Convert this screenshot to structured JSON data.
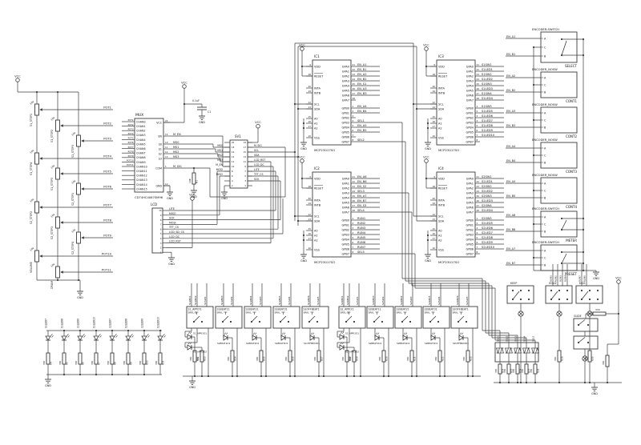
{
  "labels": {
    "vcc": "VCC",
    "gnd": "GND"
  },
  "pot_section": {
    "value": "10k",
    "pots": [
      {
        "name": "S1_STEP1",
        "net": "POT1"
      },
      {
        "name": "S1_STEP2",
        "net": "POT2"
      },
      {
        "name": "S1_STEP3",
        "net": "POT3"
      },
      {
        "name": "S1_STEP4",
        "net": "POT4"
      },
      {
        "name": "S1_STEP5",
        "net": "POT5"
      },
      {
        "name": "S2_STEP1",
        "net": "POT6"
      },
      {
        "name": "S2_STEP2",
        "net": "POT7"
      },
      {
        "name": "S2_STEP3",
        "net": "POT8"
      },
      {
        "name": "S2_STEP4",
        "net": "POT9"
      },
      {
        "name": "VOLUME",
        "net": "POT10"
      },
      {
        "name": "DRUM",
        "net": "POT11"
      }
    ]
  },
  "mux": {
    "name": "MUX",
    "part": "CD74HC4067SM96",
    "chans": [
      "CHAN0",
      "CHAN1",
      "CHAN2",
      "CHAN3",
      "CHAN4",
      "CHAN5",
      "CHAN6",
      "CHAN7",
      "CHAN8",
      "CHAN9",
      "CHAN10",
      "CHAN11",
      "CHAN12",
      "CHAN13",
      "CHAN14",
      "CHAN15"
    ],
    "right": [
      {
        "num": "24",
        "pin": "VCC",
        "net": ""
      },
      {
        "num": "15",
        "pin": "EN",
        "net": "M_EN"
      },
      {
        "num": "10",
        "pin": "S0",
        "net": "MS0"
      },
      {
        "num": "11",
        "pin": "S1",
        "net": "MS1"
      },
      {
        "num": "14",
        "pin": "S2",
        "net": "MS2"
      },
      {
        "num": "13",
        "pin": "S3",
        "net": "MS3"
      },
      {
        "num": "1",
        "pin": "COM",
        "net": "M_SIG"
      },
      {
        "num": "12",
        "pin": "GND",
        "net": ""
      }
    ],
    "cap": {
      "ref": "C1",
      "value": "0.1uF"
    },
    "res": {
      "ref": "R1",
      "value": "10K"
    }
  },
  "lcd": {
    "name": "LCD",
    "pins": [
      {
        "num": "10",
        "net": "LITE"
      },
      {
        "num": "9",
        "net": "MISO"
      },
      {
        "num": "8",
        "net": "SCK"
      },
      {
        "num": "7",
        "net": "MOSI"
      },
      {
        "num": "6",
        "net": "TFT_CS"
      },
      {
        "num": "5",
        "net": "LCD_SD_CS"
      },
      {
        "num": "4",
        "net": "LCD_DC"
      },
      {
        "num": "3",
        "net": "LCD_RST"
      },
      {
        "num": "2",
        "net": ""
      },
      {
        "num": "1",
        "net": ""
      }
    ]
  },
  "sv1": {
    "name": "SV1",
    "rows": [
      {
        "ln": "20",
        "lnet": "",
        "rn": "19",
        "rnet": ""
      },
      {
        "ln": "18",
        "lnet": "MS0",
        "rn": "17",
        "rnet": "M_SIG"
      },
      {
        "ln": "16",
        "lnet": "MS1",
        "rn": "15",
        "rnet": "SCL"
      },
      {
        "ln": "14",
        "lnet": "MS2",
        "rn": "13",
        "rnet": "SDA"
      },
      {
        "ln": "12",
        "lnet": "MS3",
        "rn": "11",
        "rnet": "LCD_RST"
      },
      {
        "ln": "10",
        "lnet": "M_EN",
        "rn": "9",
        "rnet": "LCD_DC"
      },
      {
        "ln": "8",
        "lnet": "MOSI",
        "rn": "7",
        "rnet": "LITE"
      },
      {
        "ln": "6",
        "lnet": "MISO",
        "rn": "5",
        "rnet": "TFT_CS"
      },
      {
        "ln": "4",
        "lnet": "",
        "rn": "3",
        "rnet": "SCK"
      },
      {
        "ln": "2",
        "lnet": "",
        "rn": "1",
        "rnet": ""
      }
    ]
  },
  "ics": [
    {
      "ref": "IC1",
      "part": "MCP23017SO",
      "left": [
        {
          "num": "9",
          "pin": "VDD"
        },
        {
          "num": "18",
          "pin": "RESET"
        },
        {
          "num": "20",
          "pin": "INTA"
        },
        {
          "num": "19",
          "pin": "INTB"
        },
        {
          "num": "12",
          "pin": "SCL"
        },
        {
          "num": "13",
          "pin": "SDA"
        },
        {
          "num": "15",
          "pin": "A0"
        },
        {
          "num": "16",
          "pin": "A1"
        },
        {
          "num": "17",
          "pin": "A2"
        },
        {
          "num": "10",
          "pin": "VSS"
        }
      ],
      "gpa": [
        {
          "num": "21",
          "pin": "GPA0",
          "net": "EN_A1"
        },
        {
          "num": "22",
          "pin": "GPA1",
          "net": "EN_B1"
        },
        {
          "num": "23",
          "pin": "GPA2",
          "net": "EN_A2"
        },
        {
          "num": "24",
          "pin": "GPA3",
          "net": "EN_B2"
        },
        {
          "num": "25",
          "pin": "GPA4",
          "net": "EN_S1"
        },
        {
          "num": "26",
          "pin": "GPA5",
          "net": "EN_A3"
        },
        {
          "num": "27",
          "pin": "GPA6",
          "net": "EN_B3"
        },
        {
          "num": "28",
          "pin": "GPA7",
          "net": ""
        }
      ],
      "gpb": [
        {
          "num": "1",
          "pin": "GPB0",
          "net": "EN_A4"
        },
        {
          "num": "2",
          "pin": "GPB1",
          "net": "EN_B4"
        },
        {
          "num": "3",
          "pin": "GPB2",
          "net": ""
        },
        {
          "num": "4",
          "pin": "GPB3",
          "net": "SEL1"
        },
        {
          "num": "5",
          "pin": "GPB4",
          "net": "EN_A5"
        },
        {
          "num": "6",
          "pin": "GPB5",
          "net": "EN_B5"
        },
        {
          "num": "7",
          "pin": "GPB6",
          "net": ""
        },
        {
          "num": "8",
          "pin": "GPB7",
          "net": "SEL2"
        }
      ]
    },
    {
      "ref": "IC2",
      "part": "MCP23017SO",
      "left": [
        {
          "num": "9",
          "pin": "VDD"
        },
        {
          "num": "18",
          "pin": "RESET"
        },
        {
          "num": "20",
          "pin": "INTA"
        },
        {
          "num": "19",
          "pin": "INTB"
        },
        {
          "num": "12",
          "pin": "SCL"
        },
        {
          "num": "13",
          "pin": "SDA"
        },
        {
          "num": "15",
          "pin": "A0"
        },
        {
          "num": "16",
          "pin": "A1"
        },
        {
          "num": "17",
          "pin": "A2"
        },
        {
          "num": "10",
          "pin": "VSS"
        }
      ],
      "gpa": [
        {
          "num": "21",
          "pin": "GPA0",
          "net": "EN_A6"
        },
        {
          "num": "22",
          "pin": "GPA1",
          "net": "EN_B6"
        },
        {
          "num": "23",
          "pin": "GPA2",
          "net": "EN_S2"
        },
        {
          "num": "24",
          "pin": "GPA3",
          "net": "SEL3"
        },
        {
          "num": "25",
          "pin": "GPA4",
          "net": "EN_A7"
        },
        {
          "num": "26",
          "pin": "GPA5",
          "net": "EN_B7"
        },
        {
          "num": "27",
          "pin": "GPA6",
          "net": "EN_S3"
        },
        {
          "num": "28",
          "pin": "GPA7",
          "net": "SEL4"
        }
      ],
      "gpb": [
        {
          "num": "1",
          "pin": "GPB0",
          "net": "RUN1"
        },
        {
          "num": "2",
          "pin": "GPB1",
          "net": "RUN2"
        },
        {
          "num": "3",
          "pin": "GPB2",
          "net": "RUN3"
        },
        {
          "num": "4",
          "pin": "GPB3",
          "net": "RUN4"
        },
        {
          "num": "5",
          "pin": "GPB4",
          "net": "RUN5"
        },
        {
          "num": "6",
          "pin": "GPB5",
          "net": "RUN6"
        },
        {
          "num": "7",
          "pin": "GPB6",
          "net": "RUN7"
        },
        {
          "num": "8",
          "pin": "GPB7",
          "net": "SEL5"
        }
      ]
    },
    {
      "ref": "IC3",
      "part": "MCP23017SO",
      "left": [
        {
          "num": "9",
          "pin": "VDD"
        },
        {
          "num": "18",
          "pin": "RESET"
        },
        {
          "num": "20",
          "pin": "INTA"
        },
        {
          "num": "19",
          "pin": "INTB"
        },
        {
          "num": "12",
          "pin": "SCL"
        },
        {
          "num": "13",
          "pin": "SDA"
        },
        {
          "num": "15",
          "pin": "A0"
        },
        {
          "num": "16",
          "pin": "A1"
        },
        {
          "num": "17",
          "pin": "A2"
        },
        {
          "num": "10",
          "pin": "VSS"
        }
      ],
      "gpa": [
        {
          "num": "21",
          "pin": "GPA0",
          "net": "S1SW1"
        },
        {
          "num": "22",
          "pin": "GPA1",
          "net": "S1LED1"
        },
        {
          "num": "23",
          "pin": "GPA2",
          "net": "S1SW2"
        },
        {
          "num": "24",
          "pin": "GPA3",
          "net": "S1LED2"
        },
        {
          "num": "25",
          "pin": "GPA4",
          "net": "S1SW3"
        },
        {
          "num": "26",
          "pin": "GPA5",
          "net": "S1LED3"
        },
        {
          "num": "27",
          "pin": "GPA6",
          "net": "S1SW4"
        },
        {
          "num": "28",
          "pin": "GPA7",
          "net": "S1LED4"
        }
      ],
      "gpb": [
        {
          "num": "1",
          "pin": "GPB0",
          "net": "S1SW5"
        },
        {
          "num": "2",
          "pin": "GPB1",
          "net": "S1LED5"
        },
        {
          "num": "3",
          "pin": "GPB2",
          "net": "S1LED6"
        },
        {
          "num": "4",
          "pin": "GPB3",
          "net": "S1LED7"
        },
        {
          "num": "5",
          "pin": "GPB4",
          "net": "S1LED8"
        },
        {
          "num": "6",
          "pin": "GPB5",
          "net": "S1LED9"
        },
        {
          "num": "7",
          "pin": "GPB6",
          "net": "S1LED10"
        },
        {
          "num": "8",
          "pin": "GPB7",
          "net": ""
        }
      ]
    },
    {
      "ref": "IC4",
      "part": "MCP23017SO",
      "left": [
        {
          "num": "9",
          "pin": "VDD"
        },
        {
          "num": "18",
          "pin": "RESET"
        },
        {
          "num": "20",
          "pin": "INTA"
        },
        {
          "num": "19",
          "pin": "INTB"
        },
        {
          "num": "12",
          "pin": "SCL"
        },
        {
          "num": "13",
          "pin": "SDA"
        },
        {
          "num": "15",
          "pin": "A0"
        },
        {
          "num": "16",
          "pin": "A1"
        },
        {
          "num": "17",
          "pin": "A2"
        },
        {
          "num": "10",
          "pin": "VSS"
        }
      ],
      "gpa": [
        {
          "num": "21",
          "pin": "GPA0",
          "net": "S2SW1"
        },
        {
          "num": "22",
          "pin": "GPA1",
          "net": "S2LED1"
        },
        {
          "num": "23",
          "pin": "GPA2",
          "net": "S2SW2"
        },
        {
          "num": "24",
          "pin": "GPA3",
          "net": "S2LED2"
        },
        {
          "num": "25",
          "pin": "GPA4",
          "net": "S2SW3"
        },
        {
          "num": "26",
          "pin": "GPA5",
          "net": "S2LED3"
        },
        {
          "num": "27",
          "pin": "GPA6",
          "net": "S2SW4"
        },
        {
          "num": "28",
          "pin": "GPA7",
          "net": "S2LED4"
        }
      ],
      "gpb": [
        {
          "num": "1",
          "pin": "GPB0",
          "net": "S2SW5"
        },
        {
          "num": "2",
          "pin": "GPB1",
          "net": "S2LED5"
        },
        {
          "num": "3",
          "pin": "GPB2",
          "net": "S2LED6"
        },
        {
          "num": "4",
          "pin": "GPB3",
          "net": "S2LED7"
        },
        {
          "num": "5",
          "pin": "GPB4",
          "net": "S2LED8"
        },
        {
          "num": "6",
          "pin": "GPB5",
          "net": "S2LED9"
        },
        {
          "num": "7",
          "pin": "GPB6",
          "net": "S2LED10"
        },
        {
          "num": "8",
          "pin": "GPB7",
          "net": ""
        }
      ]
    }
  ],
  "encoders": {
    "pin_letters": [
      "A",
      "C",
      "B"
    ],
    "items": [
      {
        "type": "ENCODER-SWITCH",
        "name": "SELECT",
        "a": "EN_A1",
        "b": "EN_B1",
        "sw": true
      },
      {
        "type": "ENCODER_NOSW",
        "name": "CONT1",
        "a": "EN_A2",
        "b": "EN_B2",
        "sw": false
      },
      {
        "type": "ENCODER_NOSW",
        "name": "CONT2",
        "a": "EN_A3",
        "b": "EN_B3",
        "sw": false
      },
      {
        "type": "ENCODER_NOSW",
        "name": "CONT3",
        "a": "EN_A4",
        "b": "EN_B4",
        "sw": false
      },
      {
        "type": "ENCODER_NOSW",
        "name": "CONT4",
        "a": "EN_A5",
        "b": "EN_B5",
        "sw": false
      },
      {
        "type": "ENCODER-SWITCH",
        "name": "METER",
        "a": "EN_A6",
        "b": "EN_B6",
        "sw": true
      },
      {
        "type": "ENCODER-SWITCH",
        "name": "PRESET",
        "a": "EN_A7",
        "b": "EN_B7",
        "sw": true
      }
    ],
    "run_left": [
      "RUN1",
      "RUN2",
      "RUN3",
      "RUN4"
    ],
    "run_right": [
      "RUN7",
      "RUN5"
    ]
  },
  "modules": {
    "items": [
      {
        "name": "S1_APPLY1",
        "part": "SRKL-2L",
        "tops": [
          "S1LED1",
          "S1LED2",
          "S1SW1"
        ],
        "leds": [
          "S1_APPLYD1",
          "S1_APPLYD2"
        ],
        "res": [
          {
            "ref": "R12",
            "value": "330"
          },
          {
            "ref": "R13",
            "value": "330"
          }
        ]
      },
      {
        "name": "S1BEAT11",
        "part": "SRKL",
        "tops": [
          "S1LED3",
          "S1SW2"
        ],
        "leds": [
          "S1BEAT1D1"
        ],
        "res": [
          {
            "ref": "R14",
            "value": "330"
          }
        ]
      },
      {
        "name": "S1BEAT21",
        "part": "SRKL",
        "tops": [
          "S1LED4",
          "S1SW3"
        ],
        "leds": [
          "S1BEAT2D1"
        ],
        "res": [
          {
            "ref": "R15",
            "value": "330"
          }
        ]
      },
      {
        "name": "S1BEAT31",
        "part": "SRKL",
        "tops": [
          "S1LED5",
          "S1SW4"
        ],
        "leds": [
          "S1BEAT3D1"
        ],
        "res": [
          {
            "ref": "R16",
            "value": "330"
          }
        ]
      },
      {
        "name": "S1OFFBEAT1",
        "part": "SRKL",
        "tops": [
          "S1LED6",
          "S1SW5"
        ],
        "leds": [
          "S1OFFBEATD1"
        ],
        "res": [
          {
            "ref": "R17",
            "value": "330"
          }
        ]
      },
      {
        "name": "S2_APPLY1",
        "part": "SRKL-2L",
        "tops": [
          "S2LED1",
          "S2LED2",
          "S2SW1"
        ],
        "leds": [
          "S2_APPLYD1",
          "S2_APPLYD2"
        ],
        "res": [
          {
            "ref": "R18",
            "value": "330"
          },
          {
            "ref": "R19",
            "value": "330"
          }
        ]
      },
      {
        "name": "S2BEAT11",
        "part": "SRKL",
        "tops": [
          "S2LED3",
          "S2SW2"
        ],
        "leds": [
          "S2BEAT1D1"
        ],
        "res": [
          {
            "ref": "R20",
            "value": "330"
          }
        ]
      },
      {
        "name": "S2BEAT21",
        "part": "SRKL",
        "tops": [
          "S2LED4",
          "S2SW3"
        ],
        "leds": [
          "S2BEAT2D1"
        ],
        "res": [
          {
            "ref": "R21",
            "value": "330"
          }
        ]
      },
      {
        "name": "S2BEAT31",
        "part": "SRKL",
        "tops": [
          "S2LED5",
          "S2SW4"
        ],
        "leds": [
          "S2BEAT3D1"
        ],
        "res": [
          {
            "ref": "R22",
            "value": "330"
          }
        ]
      },
      {
        "name": "S2OFFBEAT1",
        "part": "SRKL",
        "tops": [
          "S2LED6",
          "S2SW5"
        ],
        "leds": [
          "S2OFFBEATD1"
        ],
        "res": [
          {
            "ref": "R23",
            "value": "330"
          }
        ]
      }
    ]
  },
  "led_array": {
    "items": [
      {
        "net": "S1LED7",
        "ref": "R4",
        "value": "330"
      },
      {
        "net": "S1LED8",
        "ref": "R5",
        "value": "330"
      },
      {
        "net": "S1LED9",
        "ref": "R6",
        "value": "330"
      },
      {
        "net": "S1LED10",
        "ref": "R7",
        "value": "330"
      },
      {
        "net": "S2LED7",
        "ref": "R8",
        "value": "330"
      },
      {
        "net": "S2LED8",
        "ref": "R9",
        "value": "330"
      },
      {
        "net": "S2LED9",
        "ref": "R10",
        "value": "330"
      },
      {
        "net": "S2LED10",
        "ref": "R11",
        "value": "330"
      }
    ]
  },
  "cluster": {
    "switches": [
      "KEEP",
      "HOLD",
      "KICK"
    ],
    "glide": "GLIDE",
    "res_value": "330",
    "sel": [
      {
        "net": "SEL1",
        "ref": "R24",
        "value": "330"
      },
      {
        "net": "SEL2",
        "ref": "R25",
        "value": "330"
      },
      {
        "net": "SEL3",
        "ref": "R26",
        "value": "330"
      },
      {
        "net": "SEL4",
        "ref": "R27",
        "value": "330"
      },
      {
        "net": "SEL5",
        "ref": "R28",
        "value": "330"
      }
    ],
    "mid_res": [
      {
        "ref": "R29",
        "value": "330"
      },
      {
        "ref": "R30",
        "value": "330"
      }
    ],
    "right_res": {
      "value": "330"
    }
  }
}
